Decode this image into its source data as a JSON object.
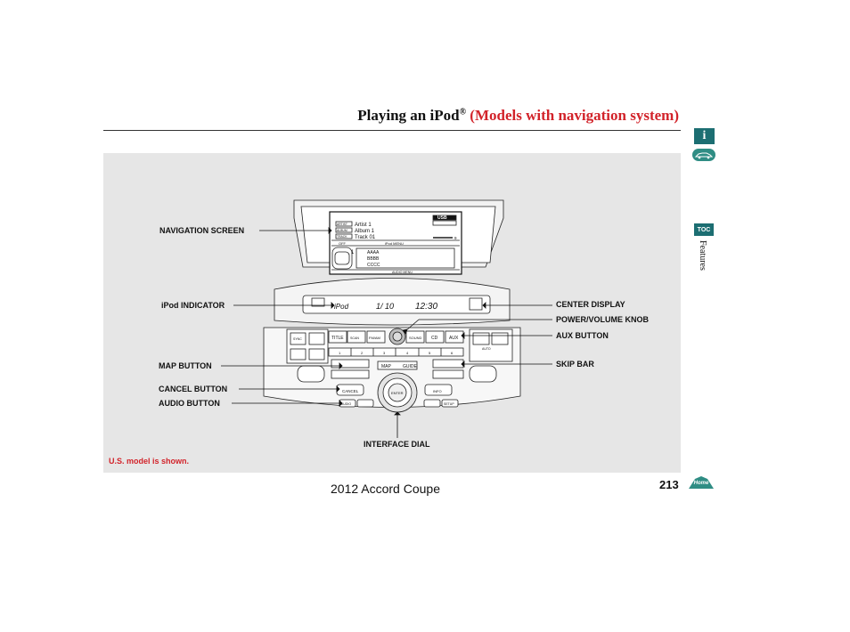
{
  "header": {
    "title_main": "Playing an iPod",
    "title_reg": "®",
    "title_sub": "(Models with navigation system)"
  },
  "figure": {
    "callouts_left": {
      "navigation_screen": "NAVIGATION SCREEN",
      "ipod_indicator": "iPod INDICATOR",
      "map_button": "MAP BUTTON",
      "cancel_button": "CANCEL BUTTON",
      "audio_button": "AUDIO BUTTON"
    },
    "callouts_right": {
      "center_display": "CENTER DISPLAY",
      "power_volume_knob": "POWER/VOLUME KNOB",
      "aux_button": "AUX BUTTON",
      "skip_bar": "SKIP BAR"
    },
    "callout_bottom": "INTERFACE DIAL",
    "note": "U.S. model is shown.",
    "screen": {
      "artist_tag": "ARTIST",
      "artist": "Artist 1",
      "album_tag": "ALBUM",
      "album": "Album 1",
      "track_tag": "TRACK",
      "track": "Track 01",
      "usb": "USB",
      "rows": [
        "AAAA",
        "BBBB",
        "CCCC"
      ],
      "row_index": "1",
      "menu": "iPod MENU",
      "off": "OFF",
      "scroll": "AUDIO MENU",
      "count": "9"
    },
    "display": {
      "mode": "iPod",
      "track": "1/ 10",
      "time": "12:30"
    },
    "buttons": {
      "title": "TITLE",
      "scan": "SCAN",
      "fm": "FM/AM",
      "sound": "SOUND",
      "cd": "CD",
      "aux": "AUX",
      "presets": [
        "1",
        "2",
        "3",
        "4",
        "5",
        "6"
      ],
      "map": "MAP",
      "guide": "GUIDE",
      "enter": "ENTER",
      "cancel": "CANCEL",
      "info": "INFO",
      "audio": "AUDIO",
      "setup": "SETUP",
      "auto": "AUTO",
      "sync": "SYNC"
    }
  },
  "footer": {
    "model": "2012 Accord Coupe",
    "page": "213"
  },
  "sidebar": {
    "info": "i",
    "toc": "TOC",
    "section": "Features",
    "home": "Home"
  }
}
